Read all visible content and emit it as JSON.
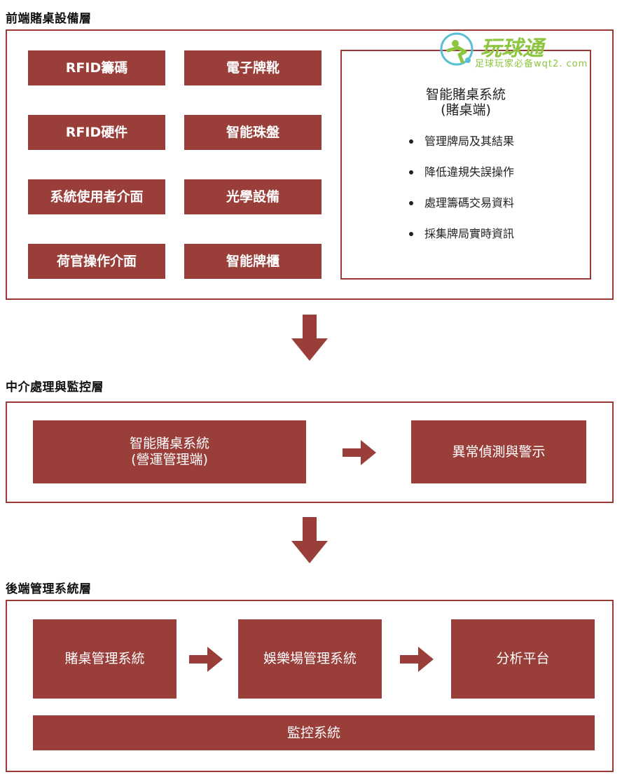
{
  "layers": {
    "front": {
      "title": "前端賭桌設備層",
      "left_boxes": [
        "RFID籌碼",
        "RFID硬件",
        "系統使用者介面",
        "荷官操作介面"
      ],
      "mid_boxes": [
        "電子牌靴",
        "智能珠盤",
        "光學設備",
        "智能牌櫃"
      ],
      "system": {
        "title": "智能賭桌系統\n(賭桌端)",
        "items": [
          "管理牌局及其結果",
          "降低違規失誤操作",
          "處理籌碼交易資料",
          "採集牌局實時資訊"
        ]
      }
    },
    "middle": {
      "title": "中介處理與監控層",
      "box_left": "智能賭桌系統\n(營運管理端)",
      "box_right": "異常偵測與警示"
    },
    "back": {
      "title": "後端管理系統層",
      "box_1": "賭桌管理系統",
      "box_2": "娛樂場管理系統",
      "box_3": "分析平台",
      "box_bottom": "監控系統"
    }
  },
  "watermark": {
    "brand": "玩球通",
    "sub": "足球玩家必备wqt2. com"
  },
  "colors": {
    "accent": "#9a3e3a",
    "frame": "#9a3a37",
    "watermark": "#8cc63f"
  }
}
